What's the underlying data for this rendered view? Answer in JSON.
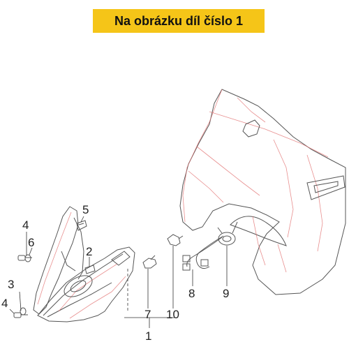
{
  "banner": {
    "text": "Na obrázku díl číslo 1"
  },
  "callouts": {
    "c1": "1",
    "c2": "2",
    "c3": "3",
    "c4a": "4",
    "c4b": "4",
    "c5": "5",
    "c6": "6",
    "c7": "7",
    "c8": "8",
    "c9": "9",
    "c10": "10"
  },
  "colors": {
    "banner": "#f5c518",
    "line_art": "#555555",
    "accent_lines": "#e06a6a"
  }
}
